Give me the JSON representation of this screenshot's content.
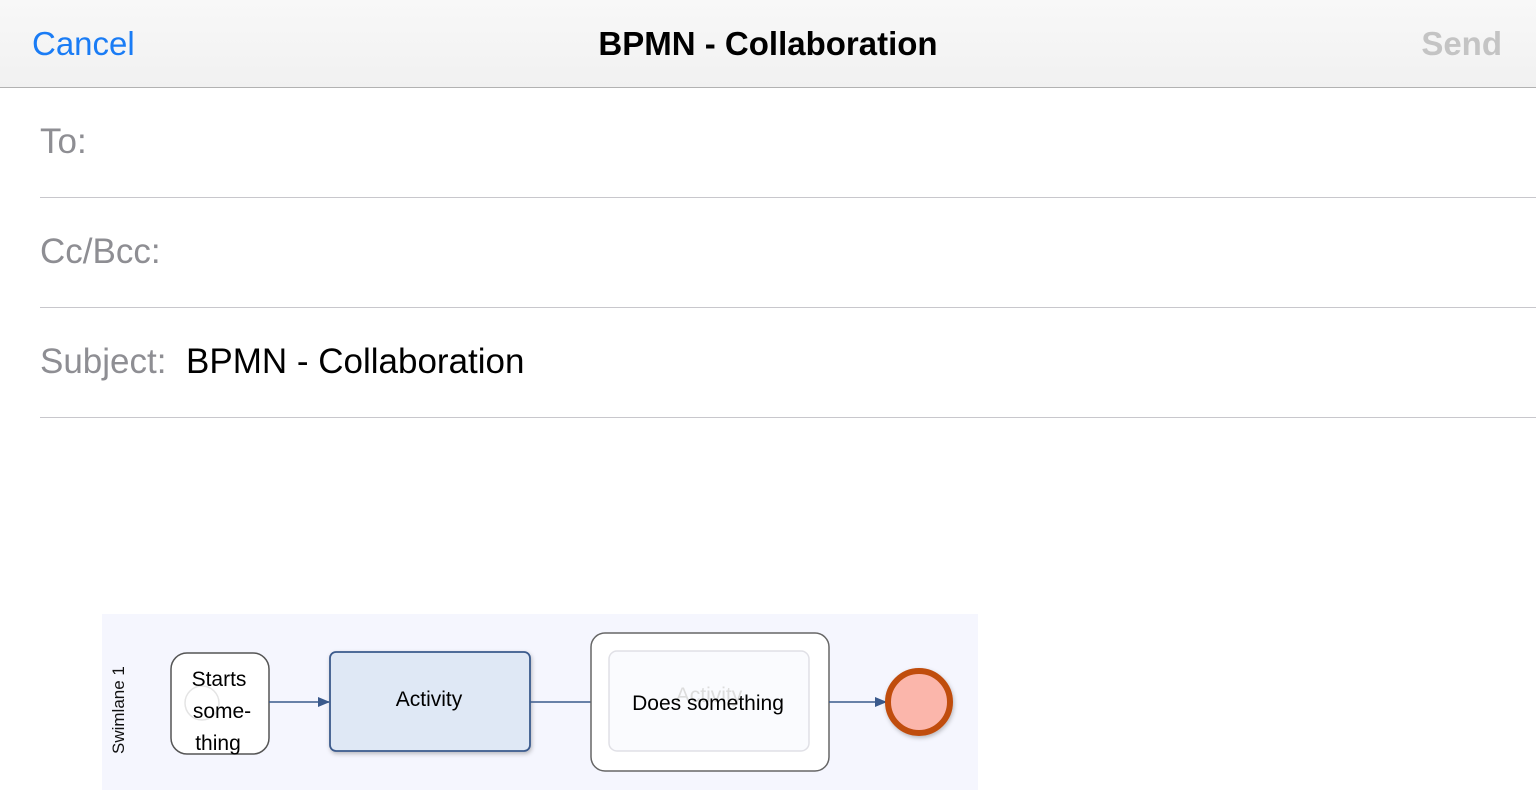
{
  "navbar": {
    "cancel_label": "Cancel",
    "title": "BPMN - Collaboration",
    "send_label": "Send"
  },
  "fields": {
    "to_label": "To:",
    "to_value": "",
    "cc_label": "Cc/Bcc:",
    "cc_value": "",
    "subject_label": "Subject:",
    "subject_value": "BPMN - Collaboration"
  },
  "attachment": {
    "swimlane_label": "Swimlane 1",
    "start_lines": [
      "Starts",
      "some-",
      "thing"
    ],
    "activity_label": "Activity",
    "subprocess_label": "Does something",
    "ghost_label": "Activity"
  },
  "colors": {
    "accent": "#1a7cf5",
    "send_disabled": "#c4c4c4",
    "lane_fill": "#f5f6fe",
    "activity_fill": "#dfe8f5",
    "flow_stroke": "#3a5a8c",
    "end_fill": "#fbb6ab",
    "end_stroke": "#c04d11"
  }
}
